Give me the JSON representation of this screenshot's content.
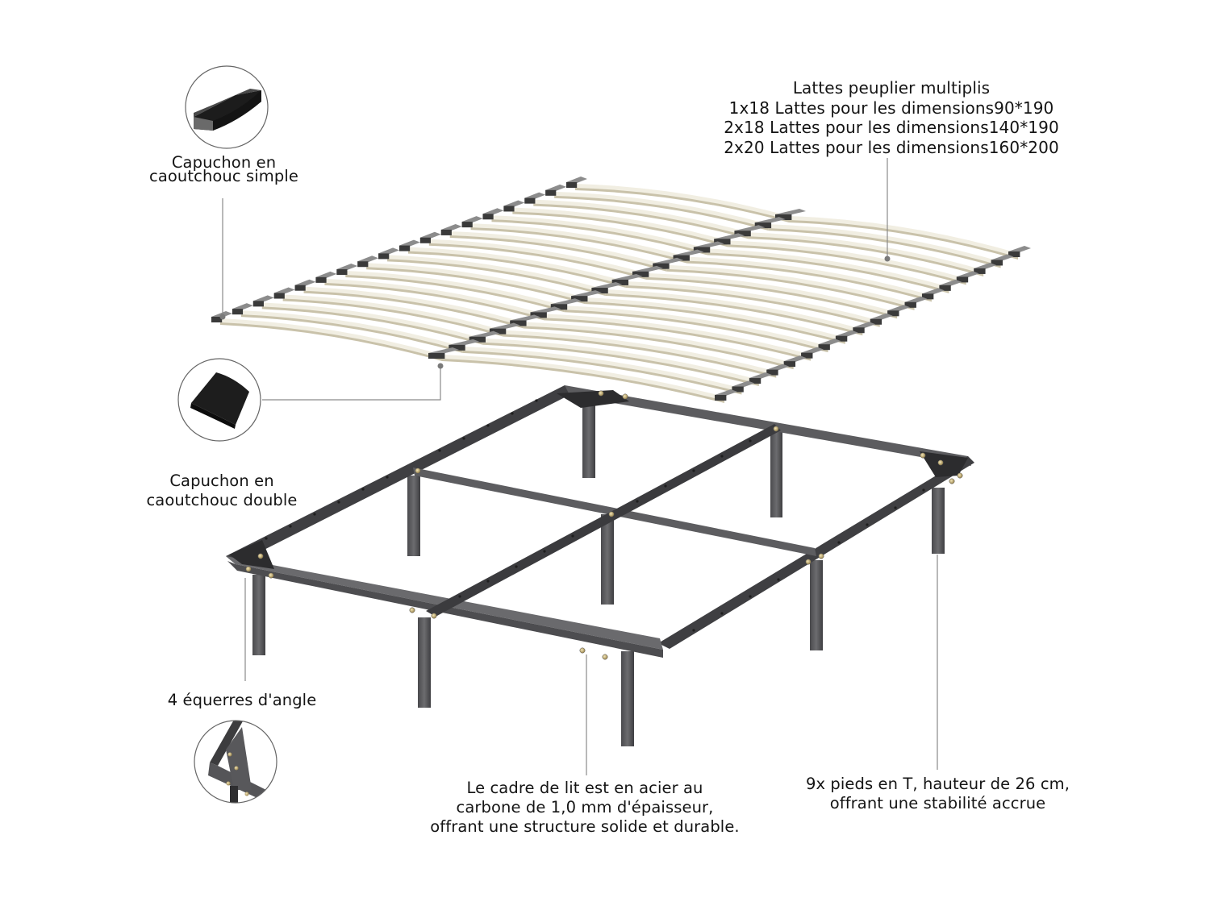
{
  "infographic": {
    "subject": "Bed frame with wooden slats",
    "colors": {
      "background": "#ffffff",
      "text": "#141414",
      "slat": "#f1eee2",
      "slat_edge": "#c9c2aa",
      "cap": "#3a3a3a",
      "cap_top": "#8c8c8c",
      "frame": "#5a5a5c",
      "frame_dark": "#3d3d40",
      "leader_line": "#8a8a8a",
      "bolt": "#c9b27a"
    },
    "callouts": {
      "slats": {
        "lines": [
          "Lattes peuplier multiplis",
          "1x18 Lattes pour les dimensions90*190",
          "2x18 Lattes pour les dimensions140*190",
          "2x20 Lattes pour les dimensions160*200"
        ]
      },
      "cap_simple": {
        "lines": [
          "Capuchon en",
          "caoutchouc simple"
        ],
        "icon": "single-rubber-cap-icon"
      },
      "cap_double": {
        "lines": [
          "Capuchon en",
          "caoutchouc double"
        ],
        "icon": "double-rubber-cap-icon"
      },
      "corner_brackets": {
        "lines": [
          "4 équerres d'angle"
        ],
        "icon": "corner-bracket-icon"
      },
      "frame_material": {
        "lines": [
          "Le cadre de lit est en acier au",
          "carbone de 1,0 mm d'épaisseur,",
          "offrant une structure solide et durable."
        ]
      },
      "legs": {
        "lines": [
          "9x pieds en T, hauteur de 26 cm,",
          "offrant une stabilité accrue"
        ]
      }
    },
    "slat_count_visible": 18,
    "leg_count": 9
  }
}
